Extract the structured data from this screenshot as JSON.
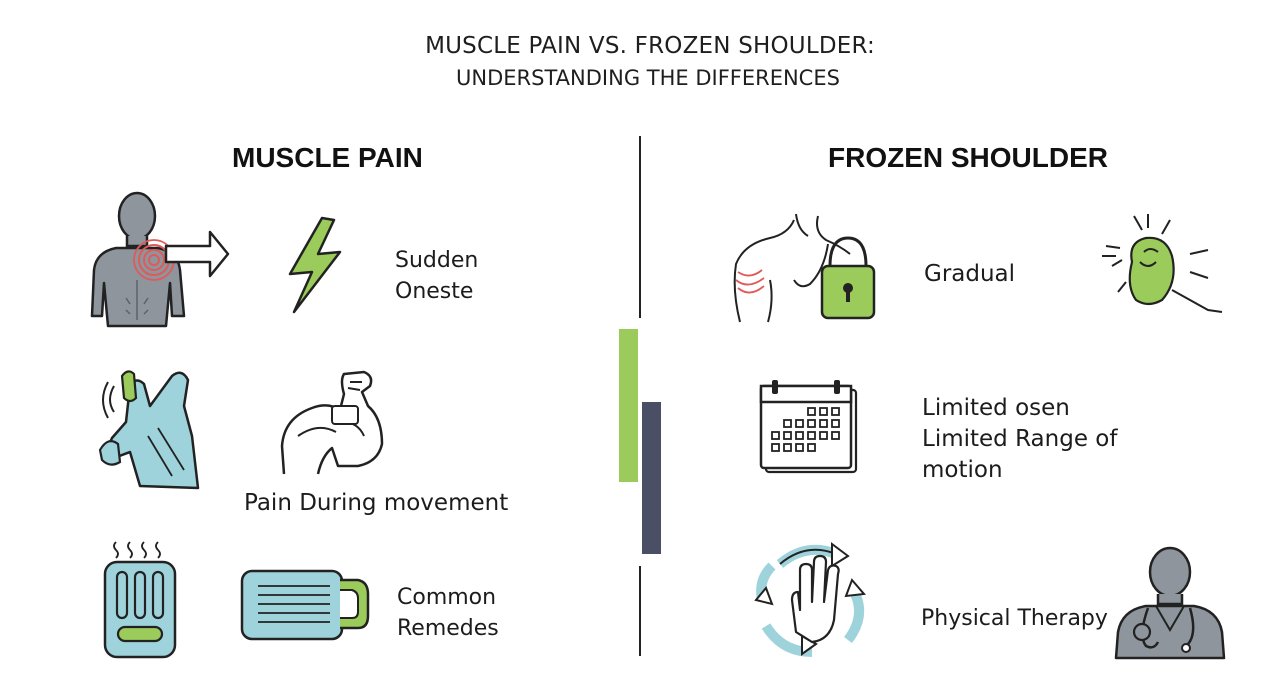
{
  "header": {
    "title": "MUSCLE PAIN VS. FROZEN SHOULDER:",
    "subtitle": "UNDERSTANDING THE DIFFERENCES"
  },
  "muscle_pain": {
    "heading": "MUSCLE PAIN",
    "items": [
      {
        "label_line1": "Sudden",
        "label_line2": "Oneste",
        "icons": [
          "body-pain-arrow-icon",
          "lightning-bolt-icon"
        ]
      },
      {
        "label": "Pain During movement",
        "icons": [
          "hand-pain-icon",
          "flexed-arm-icon"
        ]
      },
      {
        "label_line1": "Common",
        "label_line2": "Remedes",
        "icons": [
          "heating-pad-icon",
          "hot-water-bottle-icon"
        ]
      }
    ]
  },
  "frozen_shoulder": {
    "heading": "FROZEN SHOULDER",
    "items": [
      {
        "label": "Gradual",
        "icons": [
          "shoulder-lock-icon",
          "glowing-shoulder-icon"
        ]
      },
      {
        "label_line1": "Limited osen",
        "label_line2": "Limited Range of",
        "label_line3": "motion",
        "icons": [
          "calendar-icon"
        ]
      },
      {
        "label": "Physical Therapy",
        "icons": [
          "cycle-hand-icon",
          "doctor-icon"
        ]
      }
    ]
  },
  "colors": {
    "accent_green": "#9bcb5b",
    "accent_navy": "#4a4f66",
    "icon_blue": "#9fd3dc",
    "icon_gray": "#8e959c",
    "pain_red": "#e05a5a",
    "stroke": "#222222"
  }
}
